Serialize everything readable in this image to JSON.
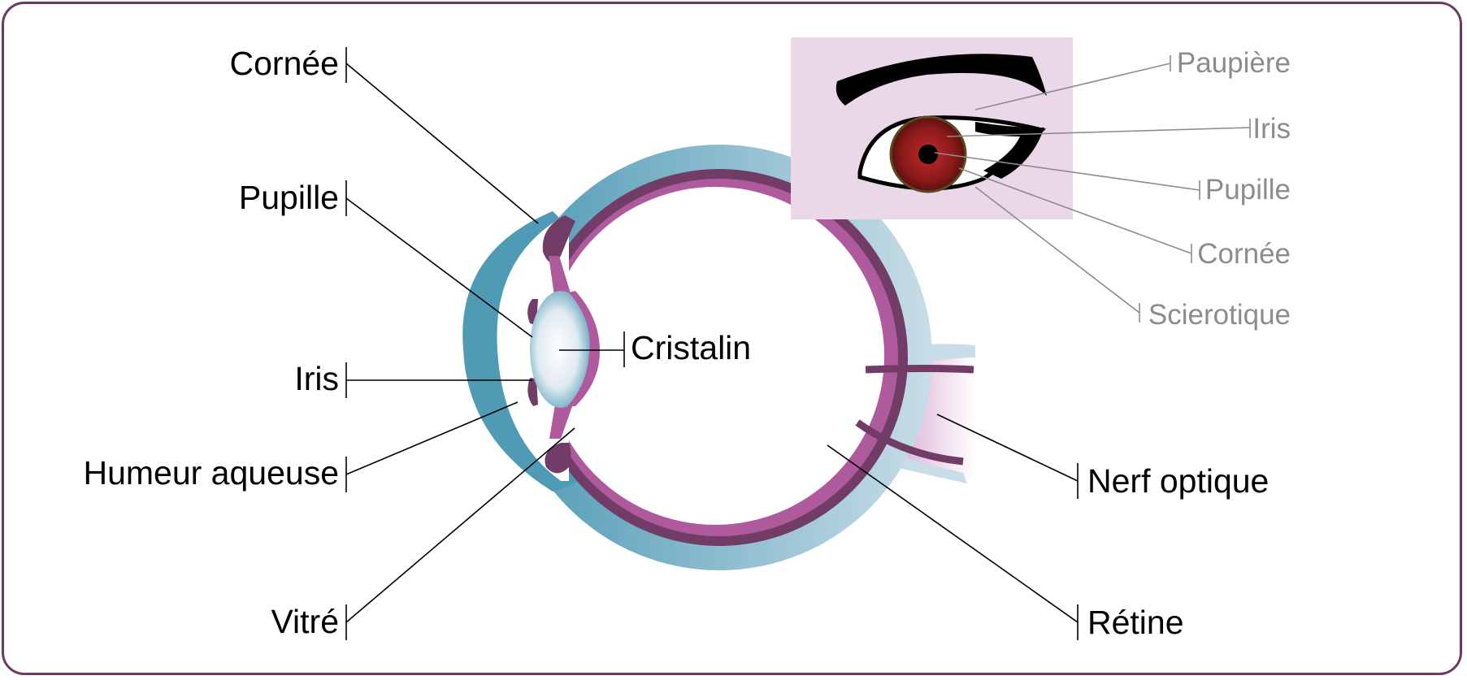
{
  "diagram": {
    "main_labels": {
      "cornee": "Cornée",
      "pupille": "Pupille",
      "iris": "Iris",
      "humeur": "Humeur aqueuse",
      "vitre": "Vitré",
      "cristalin": "Cristalin",
      "nerf": "Nerf optique",
      "retine": "Rétine"
    },
    "inset_labels": {
      "paupiere": "Paupière",
      "iris": "Iris",
      "pupille": "Pupille",
      "cornee": "Cornée",
      "sclerotique": "Scierotique"
    },
    "colors": {
      "frame": "#6b3a64",
      "sclera": "#4f9ab5",
      "choroid": "#713d67",
      "retina": "#b05a9e",
      "inset_bg": "#ead8e8",
      "iris": "#8a1a1a",
      "callout_gray": "#8c8c8c"
    }
  }
}
